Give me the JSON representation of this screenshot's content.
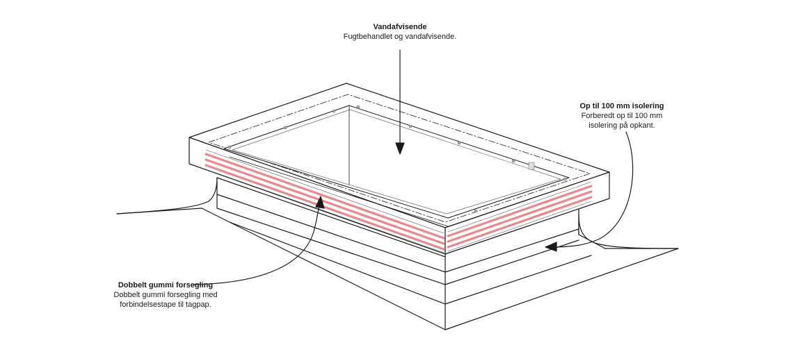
{
  "callouts": {
    "waterproof": {
      "title": "Vandafvisende",
      "description": "Fugtbehandlet og vandafvisende."
    },
    "insulation": {
      "title": "Op til 100 mm isolering",
      "description": "Forberedt op til 100 mm\nisolering på opkant."
    },
    "seal": {
      "title": "Dobbelt gummi forsegling",
      "description": "Dobbelt gummi forsegling med\nforbindelsestape til tagpap."
    }
  },
  "colors": {
    "line": "#1a1a1a",
    "seal_band": "#e8888a",
    "background": "#ffffff"
  }
}
